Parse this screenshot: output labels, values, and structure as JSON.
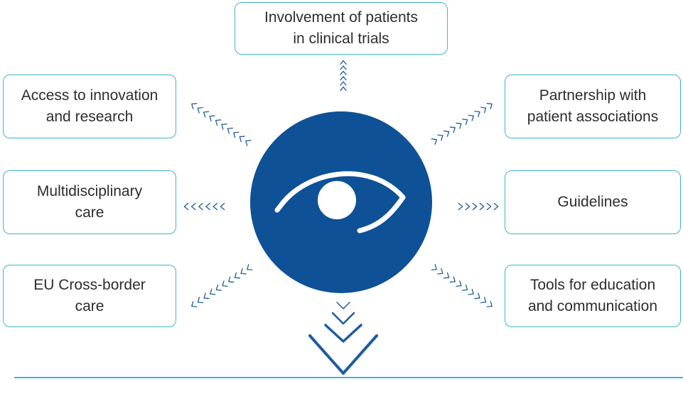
{
  "nodes": {
    "top": [
      "Involvement of patients",
      "in clinical trials"
    ],
    "left1": [
      "Access to innovation",
      "and research"
    ],
    "left2": [
      "Multidisciplinary",
      "care"
    ],
    "left3": [
      "EU Cross-border",
      "care"
    ],
    "right1": [
      "Partnership with",
      "patient associations"
    ],
    "right2": [
      "Guidelines"
    ],
    "right3": [
      "Tools for education",
      "and communication"
    ]
  },
  "colors": {
    "accent": "#3fb6c6",
    "circle": "#0e5196",
    "arrows": "#1f5c9e",
    "baseline": "#39b4e6"
  },
  "icons": {
    "center": "eye-icon"
  }
}
